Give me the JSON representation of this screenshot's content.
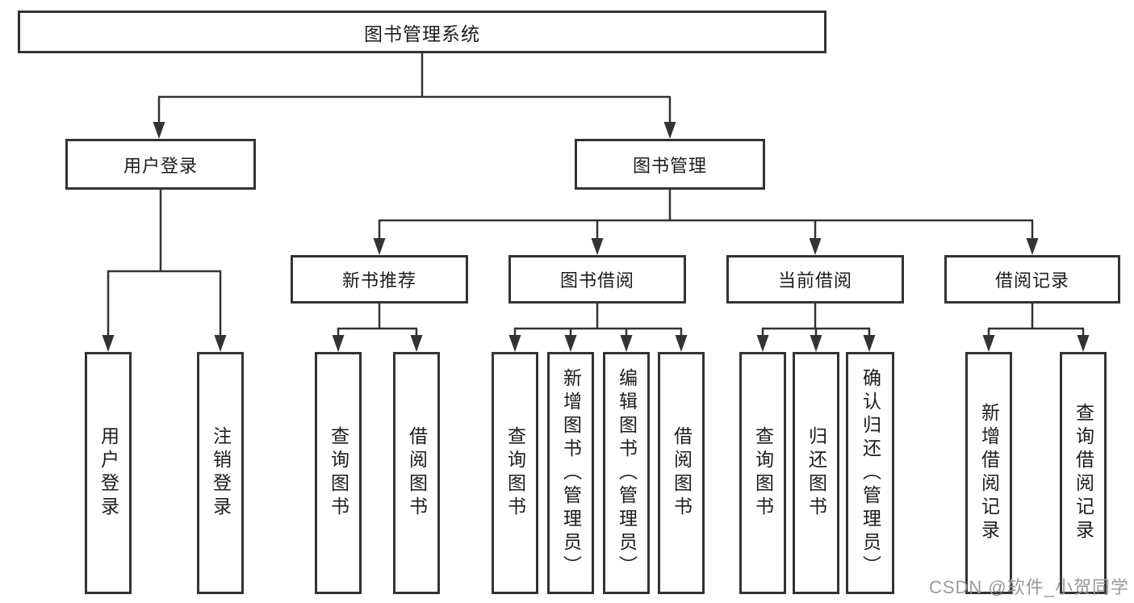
{
  "colors": {
    "line": "#333333",
    "box_border": "#333333",
    "text": "#1c1c1c",
    "background": "#ffffff",
    "watermark": "#9a9a9a"
  },
  "tree": {
    "root": {
      "label": "图书管理系统"
    },
    "branches": [
      {
        "label": "用户登录",
        "children": [
          {
            "label": "用户登录"
          },
          {
            "label": "注销登录"
          }
        ]
      },
      {
        "label": "图书管理",
        "children": [
          {
            "label": "新书推荐",
            "children": [
              {
                "label": "查询图书"
              },
              {
                "label": "借阅图书"
              }
            ]
          },
          {
            "label": "图书借阅",
            "children": [
              {
                "label": "查询图书"
              },
              {
                "label": "新增图书（管理员）"
              },
              {
                "label": "编辑图书（管理员）"
              },
              {
                "label": "借阅图书"
              }
            ]
          },
          {
            "label": "当前借阅",
            "children": [
              {
                "label": "查询图书"
              },
              {
                "label": "归还图书"
              },
              {
                "label": "确认归还（管理员）"
              }
            ]
          },
          {
            "label": "借阅记录",
            "children": [
              {
                "label": "新增借阅记录"
              },
              {
                "label": "查询借阅记录"
              }
            ]
          }
        ]
      }
    ]
  },
  "watermark": {
    "text": "CSDN @软件_小贺同学"
  }
}
